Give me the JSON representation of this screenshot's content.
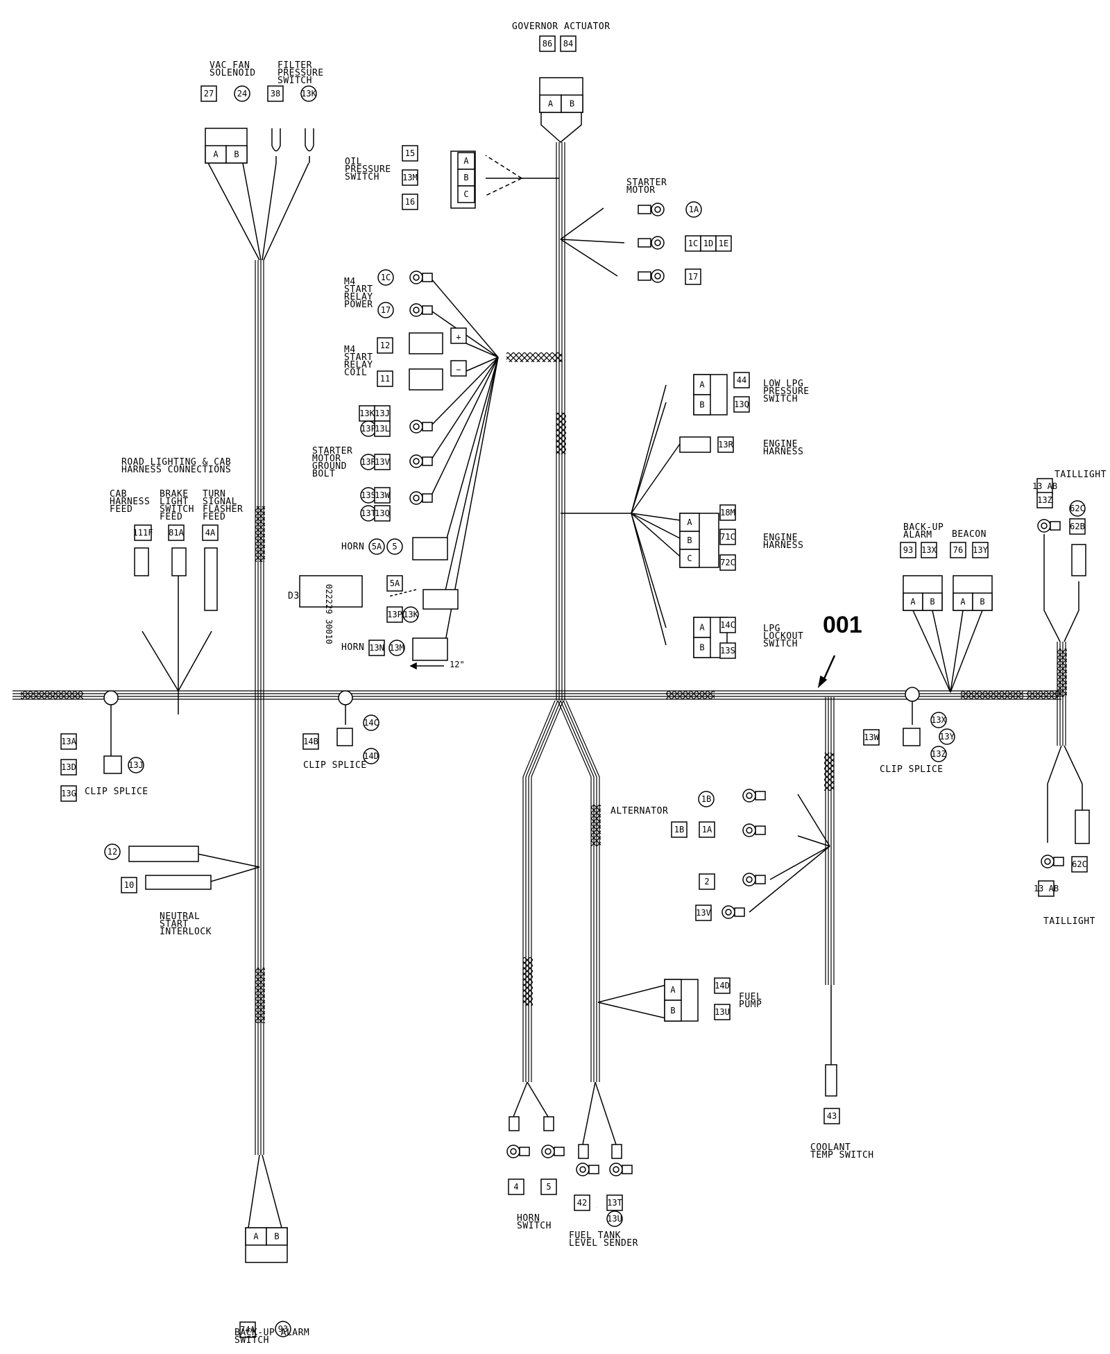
{
  "part_number": "001",
  "component_labels": {
    "governor_actuator": [
      "GOVERNOR ACTUATOR"
    ],
    "vac_fan_solenoid": [
      "VAC FAN",
      "SOLENOID"
    ],
    "filter_pressure_switch": [
      "FILTER",
      "PRESSURE",
      "SWITCH"
    ],
    "oil_pressure_switch": [
      "OIL",
      "PRESSURE",
      "SWITCH"
    ],
    "starter_motor": [
      "STARTER",
      "MOTOR"
    ],
    "m4_start_relay_power": [
      "M4",
      "START",
      "RELAY",
      "POWER"
    ],
    "m4_start_relay_coil": [
      "M4",
      "START",
      "RELAY",
      "COIL"
    ],
    "low_lpg_pressure_switch": [
      "LOW LPG",
      "PRESSURE",
      "SWITCH"
    ],
    "engine_harness_1": [
      "ENGINE",
      "HARNESS"
    ],
    "engine_harness_2": [
      "ENGINE",
      "HARNESS"
    ],
    "starter_motor_ground_bolt": [
      "STARTER",
      "MOTOR",
      "GROUND",
      "BOLT"
    ],
    "road_lighting": [
      "ROAD LIGHTING & CAB",
      "HARNESS CONNECTIONS"
    ],
    "cab_harness_feed": [
      "CAB",
      "HARNESS",
      "FEED"
    ],
    "brake_light_switch_feed": [
      "BRAKE",
      "LIGHT",
      "SWITCH",
      "FEED"
    ],
    "turn_signal_flasher_feed": [
      "TURN",
      "SIGNAL",
      "FLASHER",
      "FEED"
    ],
    "lpg_lockout_switch": [
      "LPG",
      "LOCKOUT",
      "SWITCH"
    ],
    "back_up_alarm": [
      "BACK-UP",
      "ALARM"
    ],
    "beacon": [
      "BEACON"
    ],
    "taillight_top": [
      "TAILLIGHT"
    ],
    "taillight_bottom": [
      "TAILLIGHT"
    ],
    "alternator": [
      "ALTERNATOR"
    ],
    "fuel_pump": [
      "FUEL",
      "PUMP"
    ],
    "neutral_start_interlock": [
      "NEUTRAL",
      "START",
      "INTERLOCK"
    ],
    "horn_switch": [
      "HORN",
      "SWITCH"
    ],
    "fuel_tank_level_sender": [
      "FUEL TANK",
      "LEVEL SENDER"
    ],
    "coolant_temp_switch": [
      "COOLANT",
      "TEMP SWITCH"
    ],
    "back_up_alarm_switch": [
      "BACK-UP ALARM",
      "SWITCH"
    ],
    "horn_1": [
      "HORN"
    ],
    "horn_2": [
      "HORN"
    ],
    "d3": [
      "D3"
    ],
    "clip_splice_1": [
      "CLIP SPLICE"
    ],
    "clip_splice_2": [
      "CLIP SPLICE"
    ],
    "clip_splice_3": [
      "CLIP SPLICE"
    ]
  },
  "wire_tags": {
    "gov_86": "86",
    "gov_84": "84",
    "vac_27": "27",
    "vac_24": "24",
    "filt_38": "38",
    "filt_13k": "13K",
    "oil_15": "15",
    "oil_13m": "13M",
    "oil_16": "16",
    "st_1a": "1A",
    "st_1c": "1C",
    "st_1d": "1D",
    "st_1e": "1E",
    "st_17": "17",
    "m4_1c": "1C",
    "m4_17": "17",
    "m4_12": "12",
    "m4_11": "11",
    "gb_13k": "13K",
    "gb_13j": "13J",
    "gb_13p": "13P",
    "gb_13l": "13L",
    "gb_13r": "13R",
    "gb_13v": "13V",
    "gb_13s": "13S",
    "gb_13w": "13W",
    "gb_13t": "13T",
    "gb_13q": "13Q",
    "horn_5a": "5A",
    "horn_5": "5",
    "d3_5a": "5A",
    "d3_13p": "13P",
    "d3_13k": "13K",
    "horn2_13n": "13N",
    "horn2_13m": "13M",
    "lpg_44": "44",
    "lpg_13q": "13Q",
    "eh_13r": "13R",
    "eh_18m": "18M",
    "eh_71c": "71C",
    "eh_72c": "72C",
    "lock_14c": "14C",
    "lock_13s": "13S",
    "cab_111f": "111F",
    "brake_81a": "81A",
    "turn_4a": "4A",
    "cs1_13a": "13A",
    "cs1_13d": "13D",
    "cs1_13g": "13G",
    "cs1_13j": "13J",
    "cs2_14b": "14B",
    "cs2_14c": "14C",
    "cs2_14d": "14D",
    "bu_93": "93",
    "bu_13x": "13X",
    "bc_76": "76",
    "bc_13y": "13Y",
    "tl_13ab": "13 AB",
    "tl_13z": "13Z",
    "tl_62c": "62C",
    "tl_62b": "62B",
    "cs3_13w": "13W",
    "cs3_13x": "13X",
    "cs3_13y": "13Y",
    "cs3_13z": "13Z",
    "tl2_13ab": "13 AB",
    "tl2_62c": "62C",
    "alt_1b_c": "1B",
    "alt_1b": "1B",
    "alt_1a": "1A",
    "alt_2": "2",
    "alt_13v": "13V",
    "fp_14d": "14D",
    "fp_13u": "13U",
    "ns_12": "12",
    "ns_10": "10",
    "hs_4": "4",
    "hs_5": "5",
    "fl_42": "42",
    "fl_13t": "13T",
    "fl_13u": "13U",
    "ct_43": "43",
    "bas_74a": "74A",
    "bas_93": "93",
    "d3_code": "022229 30010",
    "dim_12in": "12\""
  },
  "pin_letters": [
    "A",
    "B",
    "C"
  ],
  "polarity": [
    "+",
    "−"
  ]
}
